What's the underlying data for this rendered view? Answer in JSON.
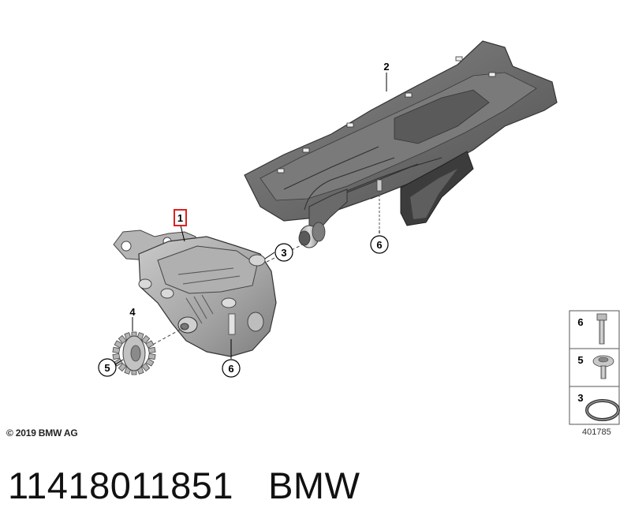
{
  "diagram": {
    "callouts": [
      {
        "id": "c1",
        "label": "1"
      },
      {
        "id": "c2",
        "label": "2"
      },
      {
        "id": "c3",
        "label": "3"
      },
      {
        "id": "c4",
        "label": "4"
      },
      {
        "id": "c5",
        "label": "5"
      },
      {
        "id": "c6a",
        "label": "6"
      },
      {
        "id": "c6b",
        "label": "6"
      }
    ],
    "legend": [
      {
        "label": "6",
        "icon": "bolt-icon"
      },
      {
        "label": "5",
        "icon": "screw-icon"
      },
      {
        "label": "3",
        "icon": "o-ring-icon"
      }
    ],
    "highlight_color": "#e02020"
  },
  "footer": {
    "copyright": "© 2019 BMW AG",
    "reference_number": "401785"
  },
  "caption": {
    "part_number": "11418011851",
    "brand": "BMW"
  }
}
